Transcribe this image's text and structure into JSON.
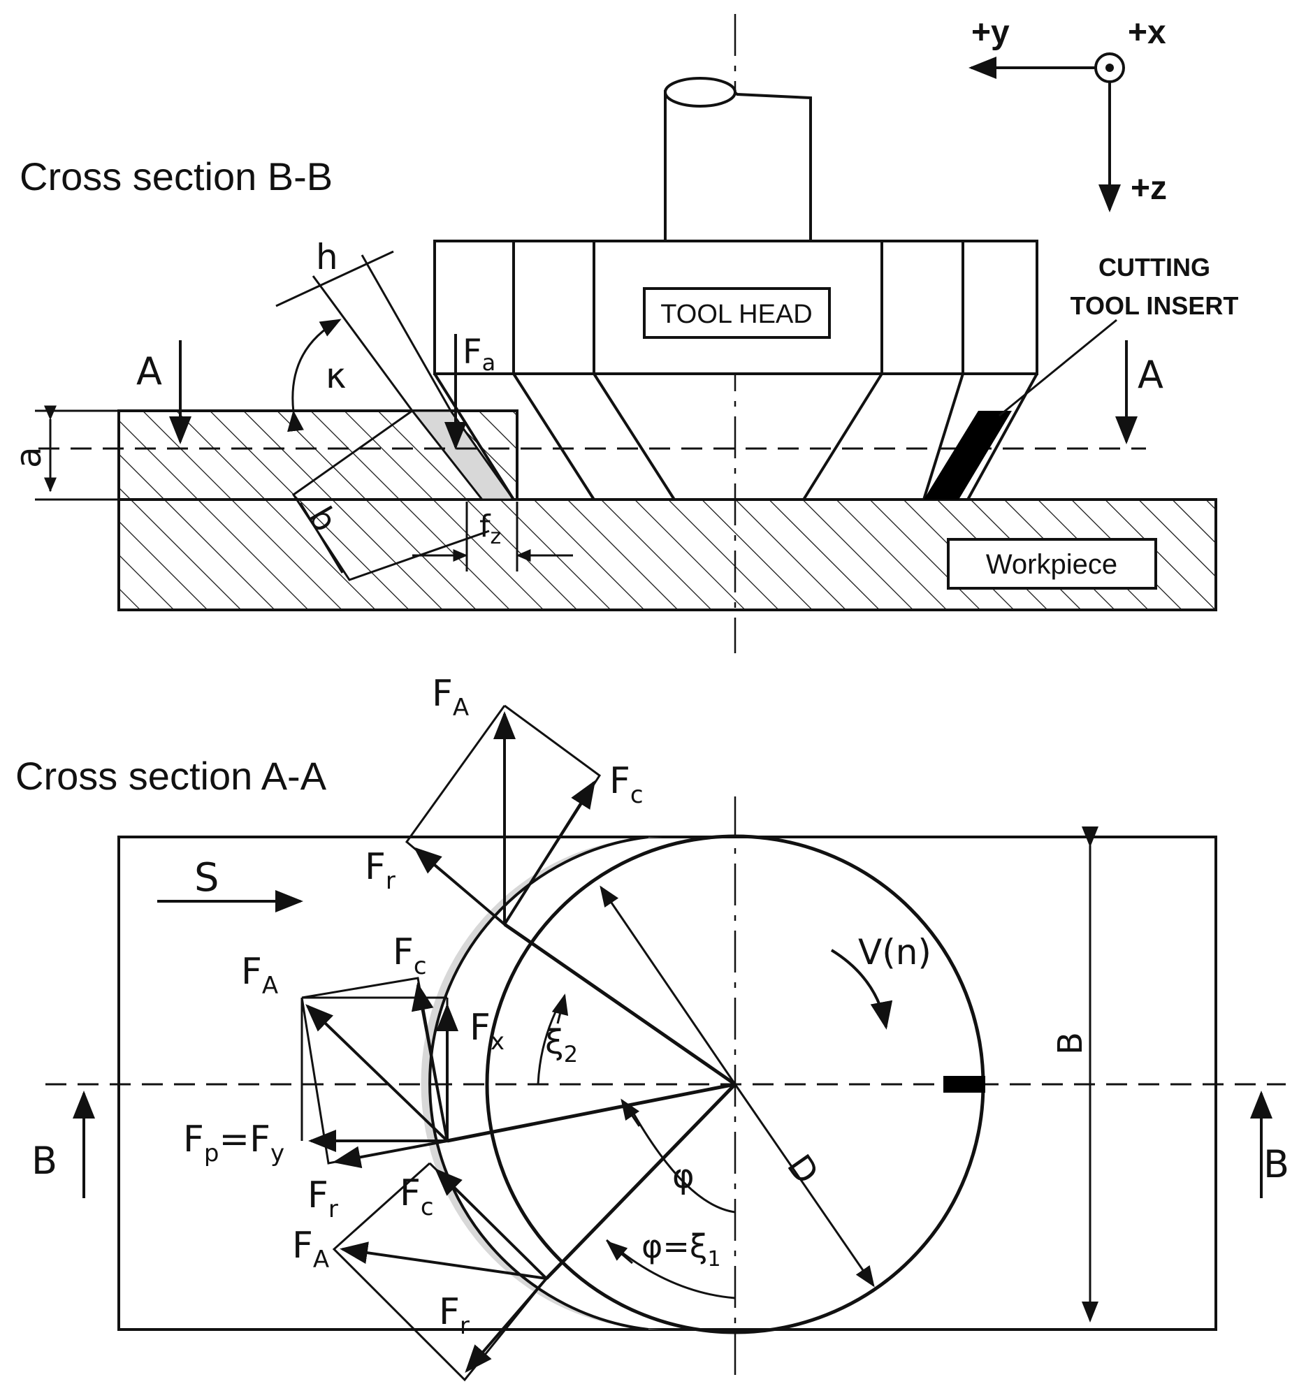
{
  "titles": {
    "section_b": "Cross section B-B",
    "section_a": "Cross section A-A"
  },
  "axes": {
    "y": "+y",
    "x": "+x",
    "z": "+z"
  },
  "boxes": {
    "tool_head": "TOOL HEAD",
    "workpiece": "Workpiece"
  },
  "annotations": {
    "insert_line1": "CUTTING",
    "insert_line2": "TOOL INSERT"
  },
  "section_b_labels": {
    "A_left": "A",
    "A_right": "A",
    "h": "h",
    "kappa": "κ",
    "a": "a",
    "b": "b",
    "Fa_main": "F",
    "Fa_sub": "a",
    "fz_main": "f",
    "fz_sub": "z"
  },
  "section_a_labels": {
    "S": "S",
    "B_left": "B",
    "B_right": "B",
    "B_dim": "B",
    "D": "D",
    "Vn": "V(n)",
    "phi": "φ",
    "phi_eq": "φ=ξ",
    "phi_eq_sub": "1",
    "xi2": "ξ",
    "xi2_sub": "2",
    "F": "F",
    "A": "A",
    "c": "c",
    "r": "r",
    "x": "x",
    "p": "p",
    "y": "y",
    "eqF": "=F"
  },
  "colors": {
    "line": "#111111",
    "chip": "#d8d8d8",
    "insert": "#000000"
  }
}
